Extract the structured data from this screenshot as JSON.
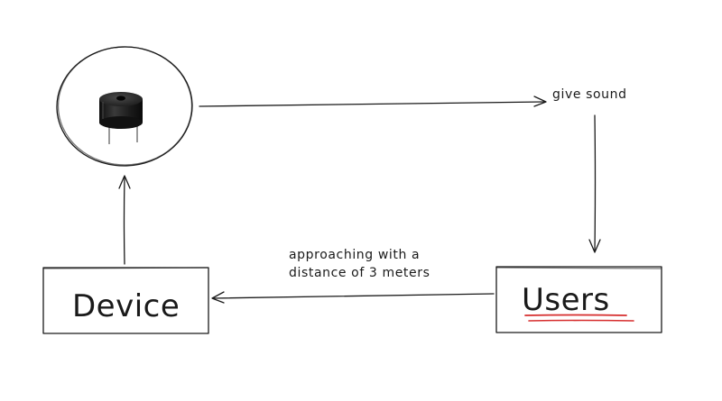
{
  "nodes": {
    "device": {
      "label": "Device"
    },
    "users": {
      "label": "Users"
    }
  },
  "edges": {
    "buzzer_to_sound": {
      "label": "give sound"
    },
    "users_to_device": {
      "label_line_1": "approaching with a",
      "label_line_2": "distance of 3 meters"
    }
  },
  "icons": {
    "buzzer": "buzzer-icon"
  },
  "colors": {
    "ink": "#1a1a1a",
    "underline": "#d62d2d",
    "buzzer_body": "#1e1e1e"
  }
}
